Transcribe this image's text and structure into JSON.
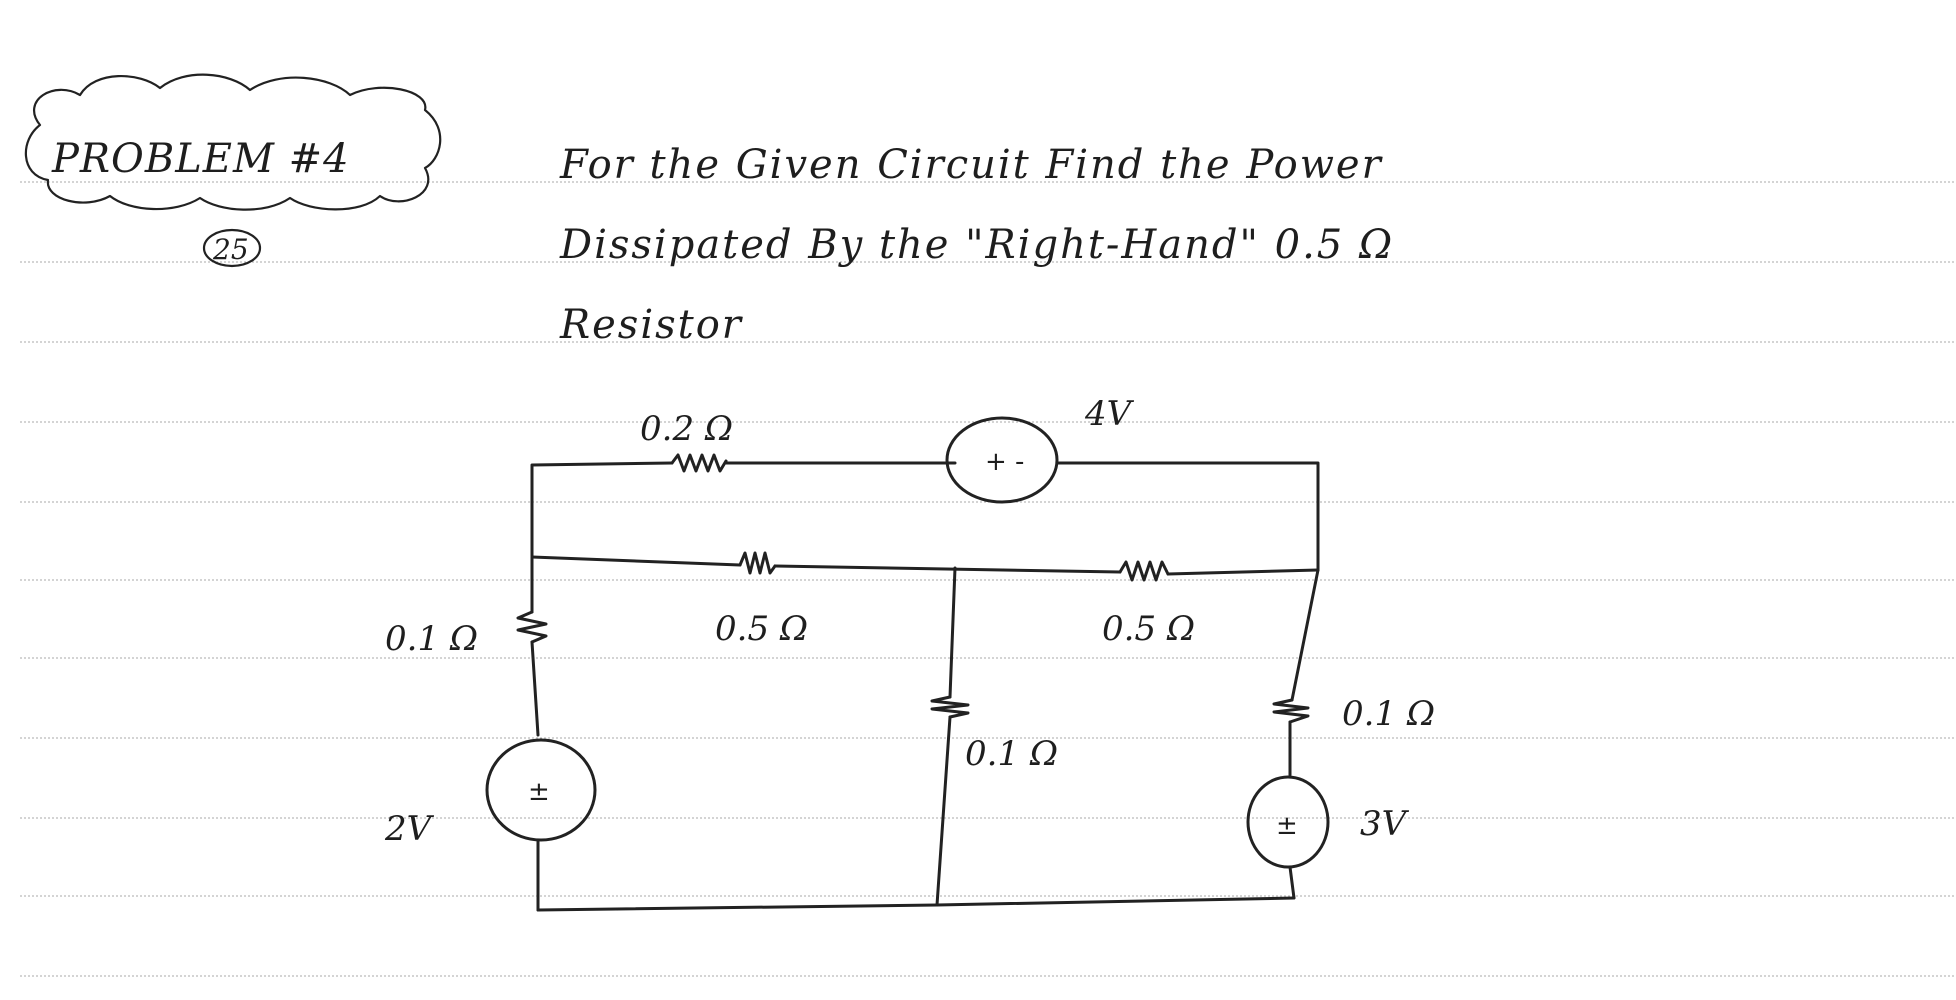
{
  "problem": {
    "label": "PROBLEM #4",
    "points": "25"
  },
  "statement": {
    "line1": "For the Given Circuit Find the Power",
    "line2": "Dissipated By the \"Right-Hand\" 0.5 Ω",
    "line3": "Resistor"
  },
  "circuit": {
    "r_top": "0.2 Ω",
    "src_top": "4V",
    "src_top_polarity": "+ -",
    "r_mid_left": "0.5 Ω",
    "r_mid_right": "0.5 Ω",
    "r_left": "0.1 Ω",
    "r_center": "0.1 Ω",
    "r_right": "0.1 Ω",
    "src_left": "2V",
    "src_right": "3V",
    "src_polarity": "±"
  }
}
